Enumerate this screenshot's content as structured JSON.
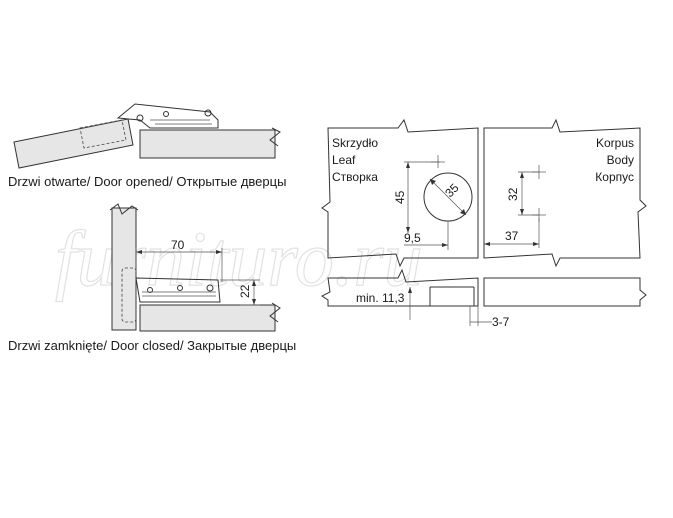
{
  "watermark": "furnituro.ru",
  "open_view": {
    "caption": "Drzwi otwarte/ Door opened/ Открытые дверцы"
  },
  "closed_view": {
    "caption": "Drzwi zamknięte/ Door closed/ Закрытые  дверцы",
    "dim_width": "70",
    "dim_height": "22"
  },
  "drilling_view": {
    "leaf_labels": [
      "Skrzydło",
      "Leaf",
      "Створка"
    ],
    "body_labels": [
      "Korpus",
      "Body",
      "Корпус"
    ],
    "dim_cup_diameter": "35",
    "dim_cup_height": "45",
    "dim_cup_edge": "9,5",
    "dim_plate_spacing": "32",
    "dim_plate_edge": "37",
    "dim_min_thickness": "min. 11,3",
    "dim_gap": "3-7"
  }
}
